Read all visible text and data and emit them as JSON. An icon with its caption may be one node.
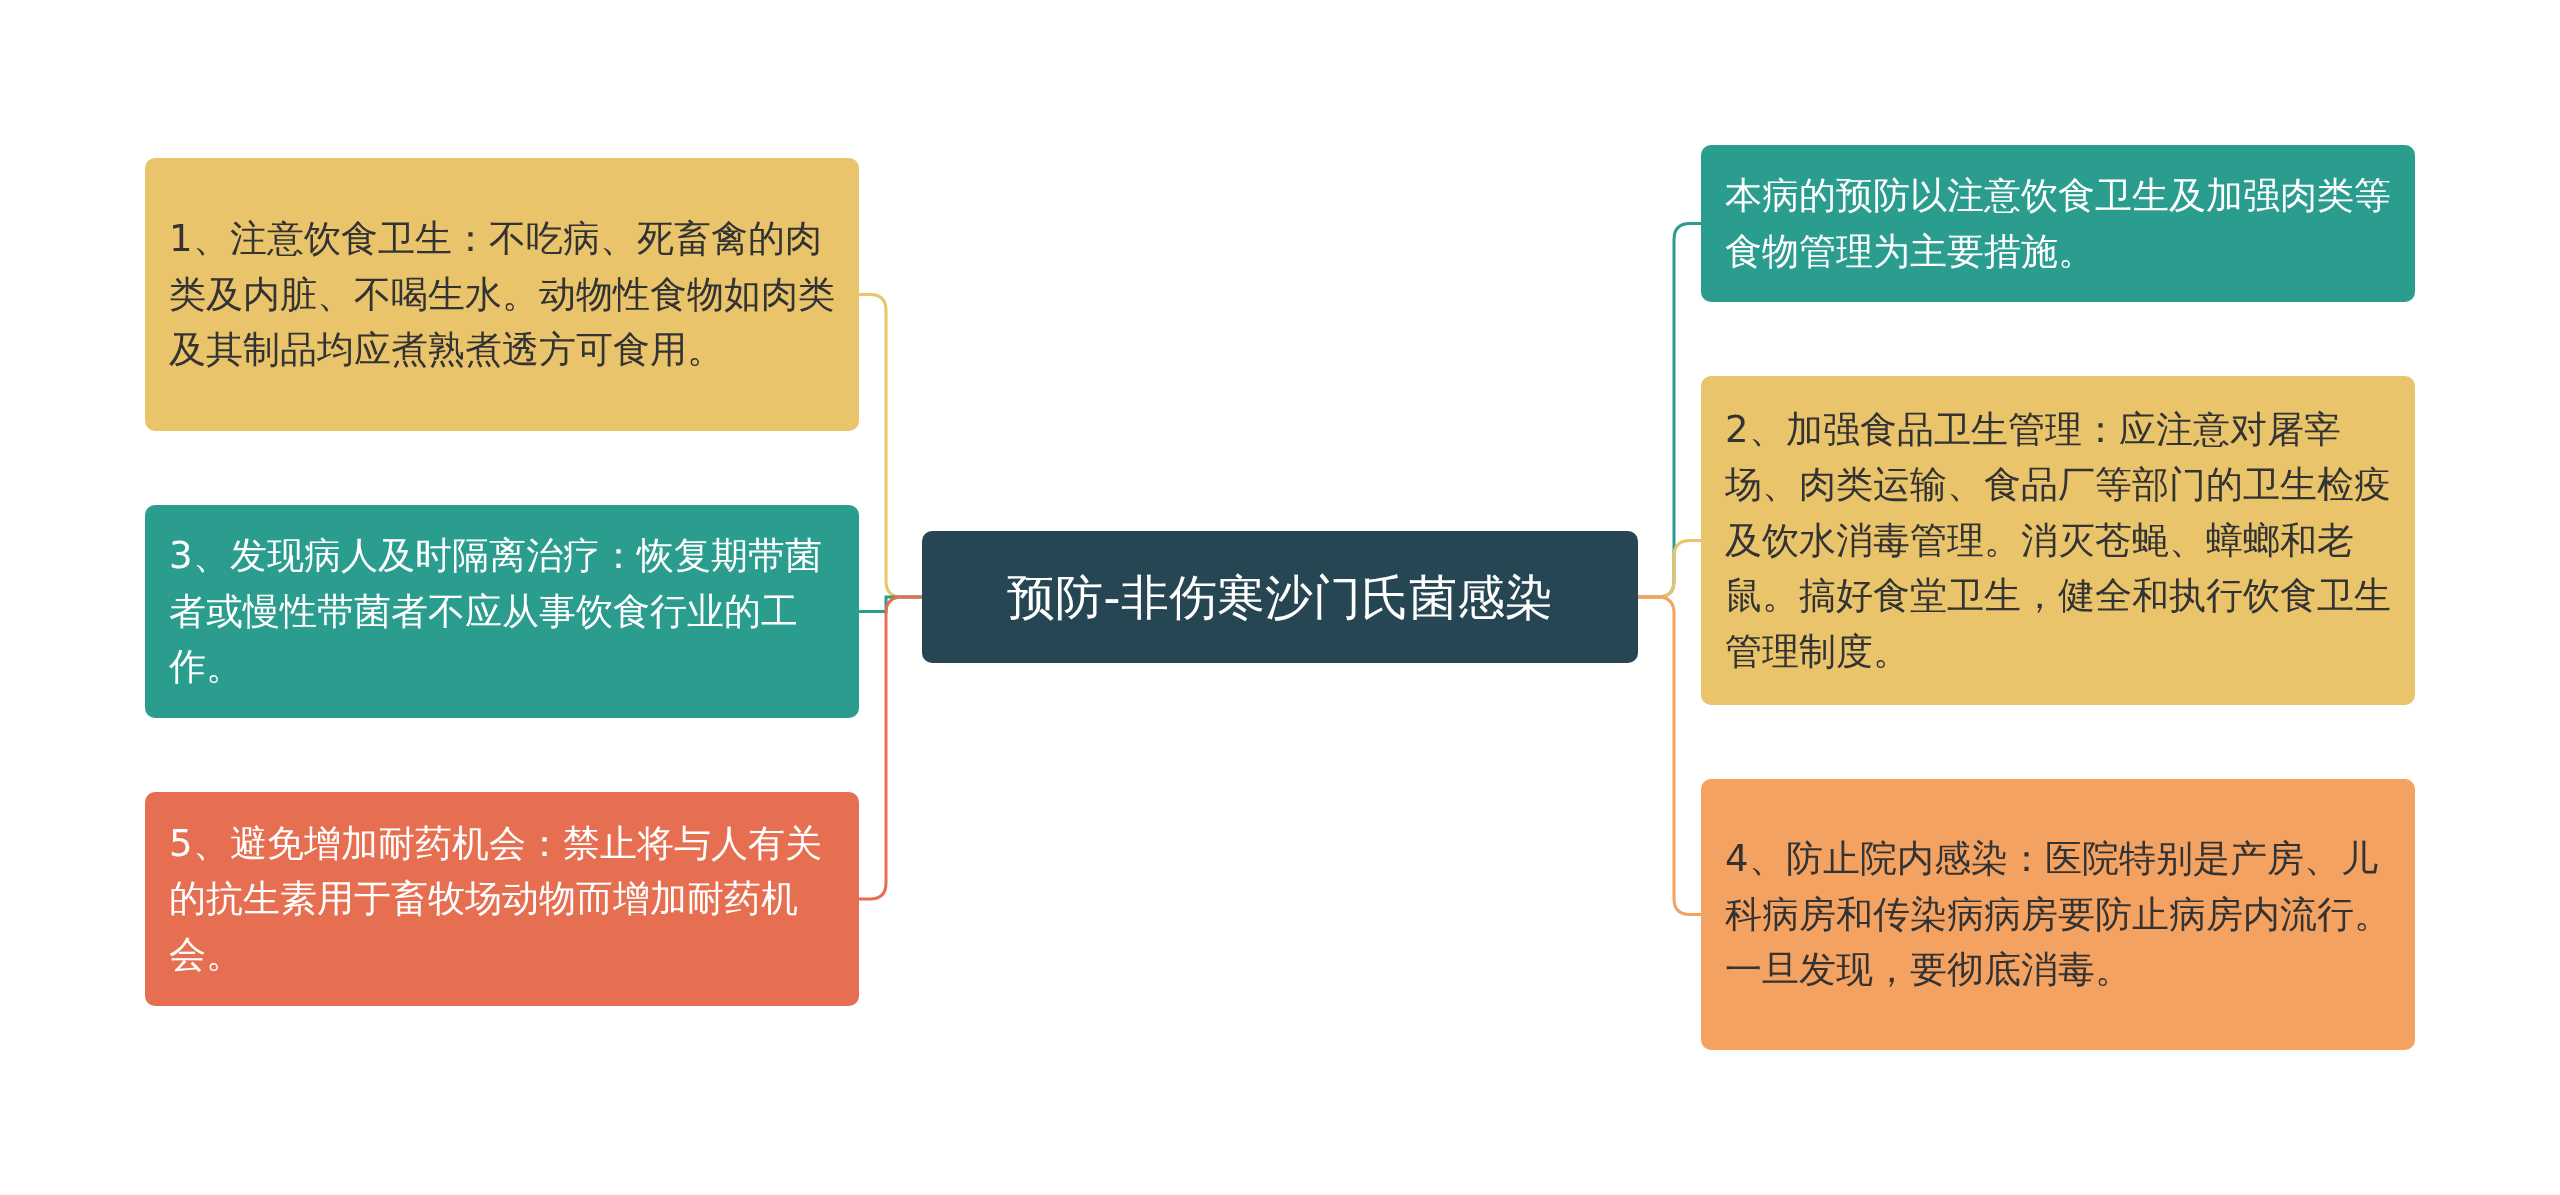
{
  "diagram": {
    "nodes": [
      {
        "text": [
          "预防-非伤寒沙门氏菌感染"
        ]
      },
      {
        "text": [
          "1、注意饮食卫生：不吃病、死畜禽的肉类及内脏、不喝生水。动物性食物如肉类及其制品均应煮熟煮透方可食用。"
        ]
      },
      {
        "text": [
          "3、发现病人及时隔离治疗：恢复期带菌者或慢性带菌者不应从事饮食行业的工作。"
        ]
      },
      {
        "text": [
          "5、避免增加耐药机会：禁止将与人有关的抗生素用于畜牧场动物而增加耐药机会。"
        ]
      },
      {
        "text": [
          "本病的预防以注意饮食卫生及加强肉类等食物管理为主要措施。"
        ]
      },
      {
        "text": [
          "2、加强食品卫生管理：应注意对屠宰场、肉类运输、食品厂等部门的卫生检疫及饮水消毒管理。消灭苍蝇、蟑螂和老鼠。搞好食堂卫生，健全和执行饮食卫生管理制度。"
        ]
      },
      {
        "text": [
          "4、防止院内感染：医院特别是产房、儿科病房和传染病病房要防止病房内流行。一旦发现，要彻底消毒。"
        ]
      }
    ],
    "edges": [
      {
        "from": 0,
        "to": 1,
        "arrow": "none",
        "color": "#e9c46a"
      },
      {
        "from": 0,
        "to": 2,
        "arrow": "none",
        "color": "#2a9d8f"
      },
      {
        "from": 0,
        "to": 3,
        "arrow": "none",
        "color": "#e76f51"
      },
      {
        "from": 0,
        "to": 4,
        "arrow": "none",
        "color": "#2a9d8f"
      },
      {
        "from": 0,
        "to": 5,
        "arrow": "none",
        "color": "#e9c46a"
      },
      {
        "from": 0,
        "to": 6,
        "arrow": "none",
        "color": "#f4a261"
      }
    ]
  }
}
